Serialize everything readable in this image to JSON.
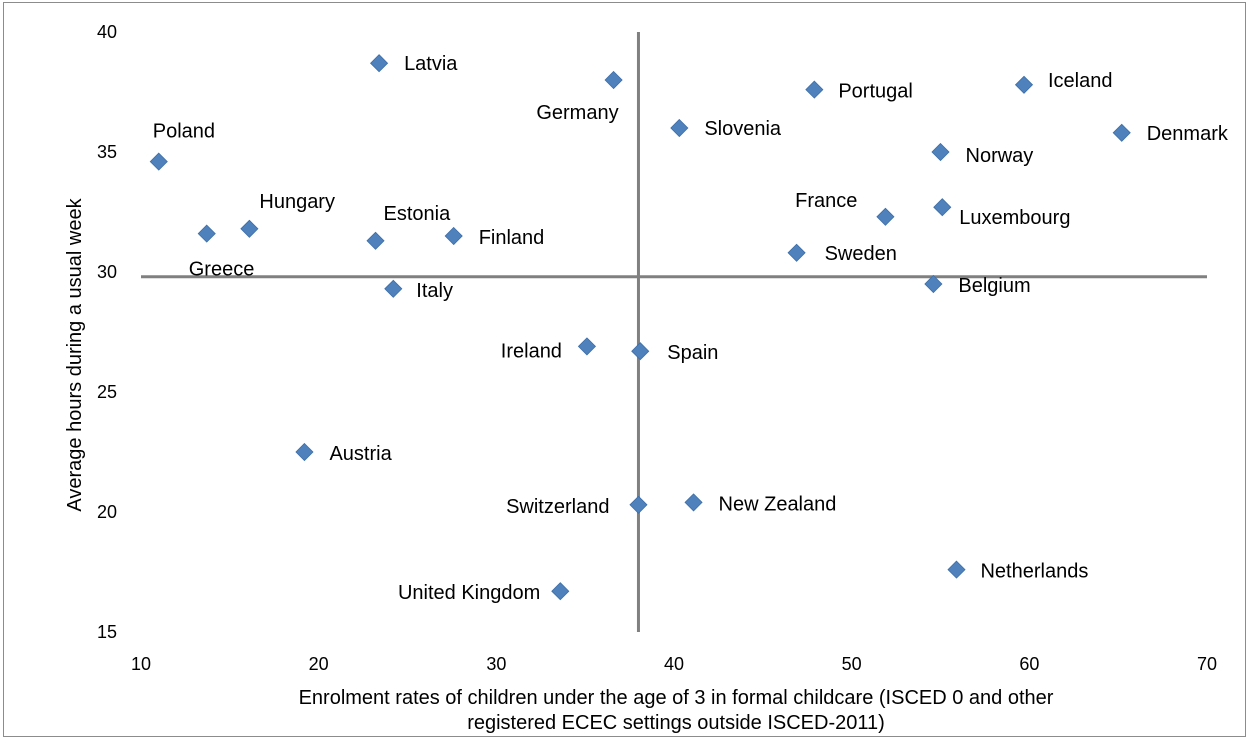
{
  "chart_data": {
    "type": "scatter",
    "title": "",
    "xlabel": [
      "Enrolment rates of children under the age of 3 in formal childcare (ISCED 0 and other",
      "registered ECEC settings outside ISCED-2011)"
    ],
    "ylabel": "Average hours during a usual week",
    "xlim": [
      10,
      70
    ],
    "ylim": [
      15,
      40
    ],
    "xticks": [
      "10",
      "20",
      "30",
      "40",
      "50",
      "60",
      "70"
    ],
    "yticks": [
      "15",
      "20",
      "25",
      "30",
      "35",
      "40"
    ],
    "grid": false,
    "reference_lines": {
      "x": 38,
      "y": 29.8
    },
    "marker_color": "#4f81bd",
    "reference_line_color": "#808080",
    "points": [
      {
        "label": "Latvia",
        "x": 23.4,
        "y": 38.7
      },
      {
        "label": "Germany",
        "x": 36.6,
        "y": 38.0
      },
      {
        "label": "Portugal",
        "x": 47.9,
        "y": 37.6
      },
      {
        "label": "Iceland",
        "x": 59.7,
        "y": 37.8
      },
      {
        "label": "Slovenia",
        "x": 40.3,
        "y": 36.0
      },
      {
        "label": "Denmark",
        "x": 65.2,
        "y": 35.8
      },
      {
        "label": "Poland",
        "x": 11.0,
        "y": 34.6
      },
      {
        "label": "Norway",
        "x": 55.0,
        "y": 35.0
      },
      {
        "label": "Hungary",
        "x": 16.1,
        "y": 31.8
      },
      {
        "label": "Greece",
        "x": 13.7,
        "y": 31.6
      },
      {
        "label": "Estonia",
        "x": 23.2,
        "y": 31.3
      },
      {
        "label": "Finland",
        "x": 27.6,
        "y": 31.5
      },
      {
        "label": "France",
        "x": 51.9,
        "y": 32.3
      },
      {
        "label": "Luxembourg",
        "x": 55.1,
        "y": 32.7
      },
      {
        "label": "Sweden",
        "x": 46.9,
        "y": 30.8
      },
      {
        "label": "Italy",
        "x": 24.2,
        "y": 29.3
      },
      {
        "label": "Belgium",
        "x": 54.6,
        "y": 29.5
      },
      {
        "label": "Ireland",
        "x": 35.1,
        "y": 26.9
      },
      {
        "label": "Spain",
        "x": 38.1,
        "y": 26.7
      },
      {
        "label": "Austria",
        "x": 19.2,
        "y": 22.5
      },
      {
        "label": "Switzerland",
        "x": 38.0,
        "y": 20.3
      },
      {
        "label": "New Zealand",
        "x": 41.1,
        "y": 20.4
      },
      {
        "label": "Netherlands",
        "x": 55.9,
        "y": 17.6
      },
      {
        "label": "United Kingdom",
        "x": 33.6,
        "y": 16.7
      }
    ]
  }
}
